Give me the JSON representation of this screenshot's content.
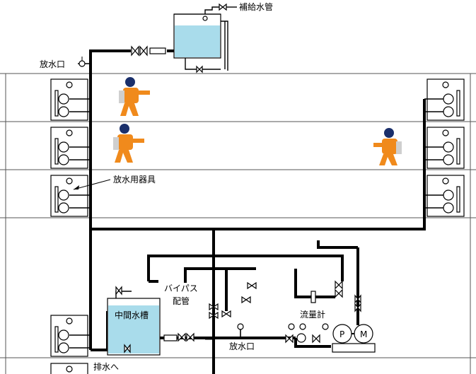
{
  "labels": {
    "make_up_pipe": "補給水管",
    "outlet_top": "放水口",
    "discharge_equipment": "放水用器具",
    "bypass_line1": "バイパス",
    "bypass_line2": "配管",
    "intermediate_tank": "中間水槽",
    "flow_meter": "流量計",
    "outlet_bottom": "放水口",
    "drain": "排水へ",
    "pump": "P",
    "motor": "M"
  },
  "colors": {
    "tank_water": "#a9dceb",
    "tank_water_bottom": "#a9dceb",
    "firefighter_suit": "#f08a1c",
    "firefighter_helmet": "#1a2f6b",
    "pipe": "#000000"
  }
}
